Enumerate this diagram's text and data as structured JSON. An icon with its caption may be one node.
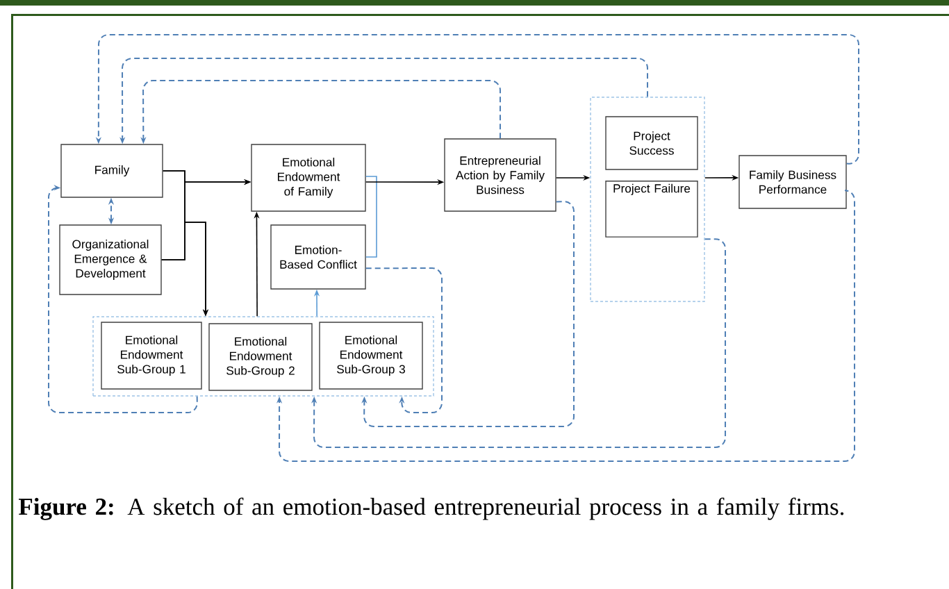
{
  "diagram": {
    "caption": "**Figure 2:** A sketch of an emotion-based entrepreneurial process in a family firms.",
    "nodes": [
      {
        "text": [
          "Family"
        ]
      },
      {
        "text": [
          "Organizational Emergence & Development"
        ]
      },
      {
        "text": [
          "Emotional Endowment of Family"
        ]
      },
      {
        "text": [
          "Emotion-Based Conflict"
        ]
      },
      {
        "text": [],
        "shape": "box"
      },
      {
        "text": [
          "Emotional Endowment Sub-Group 1"
        ],
        "in": 4
      },
      {
        "text": [
          "Emotional Endowment Sub-Group 2"
        ],
        "in": 4
      },
      {
        "text": [
          "Emotional Endowment Sub-Group 3"
        ],
        "in": 4
      },
      {
        "text": [
          "Entrepreneurial Action by Family Business"
        ]
      },
      {
        "text": [],
        "shape": "box"
      },
      {
        "text": [
          "Project Success"
        ],
        "in": 9
      },
      {
        "text": [
          "Project Failure"
        ],
        "in": 9
      },
      {
        "text": [
          "Family Business Performance"
        ]
      }
    ],
    "edges": [
      {
        "from": 0,
        "to": 2,
        "arrow": "to",
        "color": "#000000"
      },
      {
        "from": 1,
        "to": 2,
        "arrow": "to",
        "color": "#000000"
      },
      {
        "from": 0,
        "to": 4,
        "arrow": "to",
        "color": "#000000"
      },
      {
        "from": 1,
        "to": 4,
        "arrow": "to",
        "color": "#000000"
      },
      {
        "from": 4,
        "to": 2,
        "arrow": "to",
        "color": "#000000"
      },
      {
        "from": 4,
        "to": 3,
        "arrow": "to",
        "color": "#5b9bd5"
      },
      {
        "from": 2,
        "to": 3,
        "arrow": "none",
        "color": "#5b9bd5"
      },
      {
        "from": 2,
        "to": 8,
        "arrow": "to",
        "color": "#000000"
      },
      {
        "from": 1,
        "to": 0,
        "arrow": "both",
        "style": "dashed",
        "color": "#4f7fb5"
      },
      {
        "from": 8,
        "to": 9,
        "arrow": "to",
        "color": "#000000"
      },
      {
        "from": 9,
        "to": 12,
        "arrow": "to",
        "color": "#000000"
      },
      {
        "from": 8,
        "to": 0,
        "arrow": "to",
        "style": "dashed",
        "color": "#4f7fb5"
      },
      {
        "from": 9,
        "to": 0,
        "arrow": "to",
        "style": "dashed",
        "color": "#4f7fb5"
      },
      {
        "from": 12,
        "to": 0,
        "arrow": "to",
        "style": "dashed",
        "color": "#4f7fb5"
      },
      {
        "from": 4,
        "to": 0,
        "arrow": "to",
        "style": "dashed",
        "color": "#4f7fb5"
      },
      {
        "from": 3,
        "to": 4,
        "arrow": "to",
        "style": "dashed",
        "color": "#4f7fb5"
      },
      {
        "from": 8,
        "to": 4,
        "arrow": "to",
        "style": "dashed",
        "color": "#4f7fb5"
      },
      {
        "from": 9,
        "to": 4,
        "arrow": "to",
        "style": "dashed",
        "color": "#4f7fb5"
      },
      {
        "from": 12,
        "to": 4,
        "arrow": "to",
        "style": "dashed",
        "color": "#4f7fb5"
      }
    ]
  }
}
